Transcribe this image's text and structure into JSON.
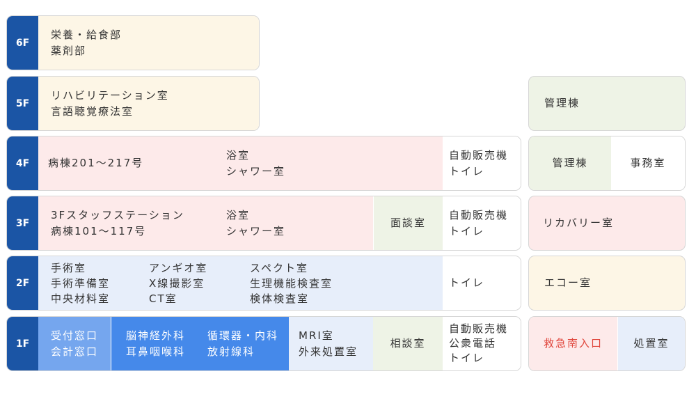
{
  "floors": {
    "f6": {
      "label": "6F",
      "main": [
        "栄養・給食部",
        "薬剤部"
      ]
    },
    "f5": {
      "label": "5F",
      "main": [
        "リハビリテーション室",
        "言語聴覚療法室"
      ],
      "annex": "管理棟"
    },
    "f4": {
      "label": "4F",
      "ward": "病棟201～217号",
      "bath": [
        "浴室",
        "シャワー室"
      ],
      "facilities": [
        "自動販売機",
        "トイレ"
      ],
      "annex": [
        "管理棟",
        "事務室"
      ]
    },
    "f3": {
      "label": "3F",
      "ward": [
        "3Fスタッフステーション",
        "病棟101～117号"
      ],
      "bath": [
        "浴室",
        "シャワー室"
      ],
      "consult": "面談室",
      "facilities": [
        "自動販売機",
        "トイレ"
      ],
      "annex": "リカバリー室"
    },
    "f2": {
      "label": "2F",
      "col1": [
        "手術室",
        "手術準備室",
        "中央材料室"
      ],
      "col2": [
        "アンギオ室",
        "X線撮影室",
        "CT室"
      ],
      "col3": [
        "スペクト室",
        "生理機能検査室",
        "検体検査室"
      ],
      "facilities": "トイレ",
      "annex": "エコー室"
    },
    "f1": {
      "label": "1F",
      "counters": [
        "受付窓口",
        "会計窓口"
      ],
      "depts1": [
        "脳神経外科",
        "耳鼻咽喉科"
      ],
      "depts2": [
        "循環器・内科",
        "放射線科"
      ],
      "rooms": [
        "MRI室",
        "外来処置室"
      ],
      "consult": "相談室",
      "facilities": [
        "自動販売機",
        "公衆電話",
        "トイレ"
      ],
      "annex": [
        "救急南入口",
        "処置室"
      ]
    }
  },
  "colors": {
    "label": "#1b55a5",
    "emergency": "#e0463c"
  }
}
